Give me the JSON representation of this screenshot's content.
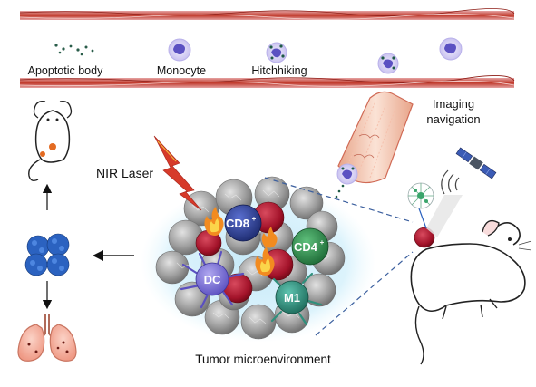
{
  "labels": {
    "apoptotic_body": "Apoptotic body",
    "monocyte": "Monocyte",
    "hitchhiking": "Hitchhiking",
    "imaging_navigation_line1": "Imaging",
    "imaging_navigation_line2": "navigation",
    "nir_laser": "NIR Laser",
    "tumor_microenvironment": "Tumor microenvironment",
    "cd8": "CD8",
    "cd8_sup": "+",
    "cd4": "CD4",
    "cd4_sup": "+",
    "dc": "DC",
    "m1": "M1"
  },
  "colors": {
    "vessel_wall": "#c0392b",
    "vessel_light": "#f2c4c4",
    "monocyte": "#6b62c9",
    "monocyte_halo": "#dcd7f6",
    "tumor_cell": "#9c9c9c",
    "cancer_red": "#a3132a",
    "cd8": "#2a3c8f",
    "cd4": "#2f8a4c",
    "dc": "#7a6fd6",
    "m1": "#2f8f7c",
    "tme_glow": "#bfe6f7",
    "laser": "#d63a2a",
    "lung": "#f3a796",
    "nanoparticle": "#2b62c0"
  },
  "icons": [
    "mouse-icon",
    "nanoparticle-cluster-icon",
    "lungs-icon",
    "satellite-icon",
    "lightning-icon",
    "flame-icon",
    "mouse-imaging-icon"
  ]
}
